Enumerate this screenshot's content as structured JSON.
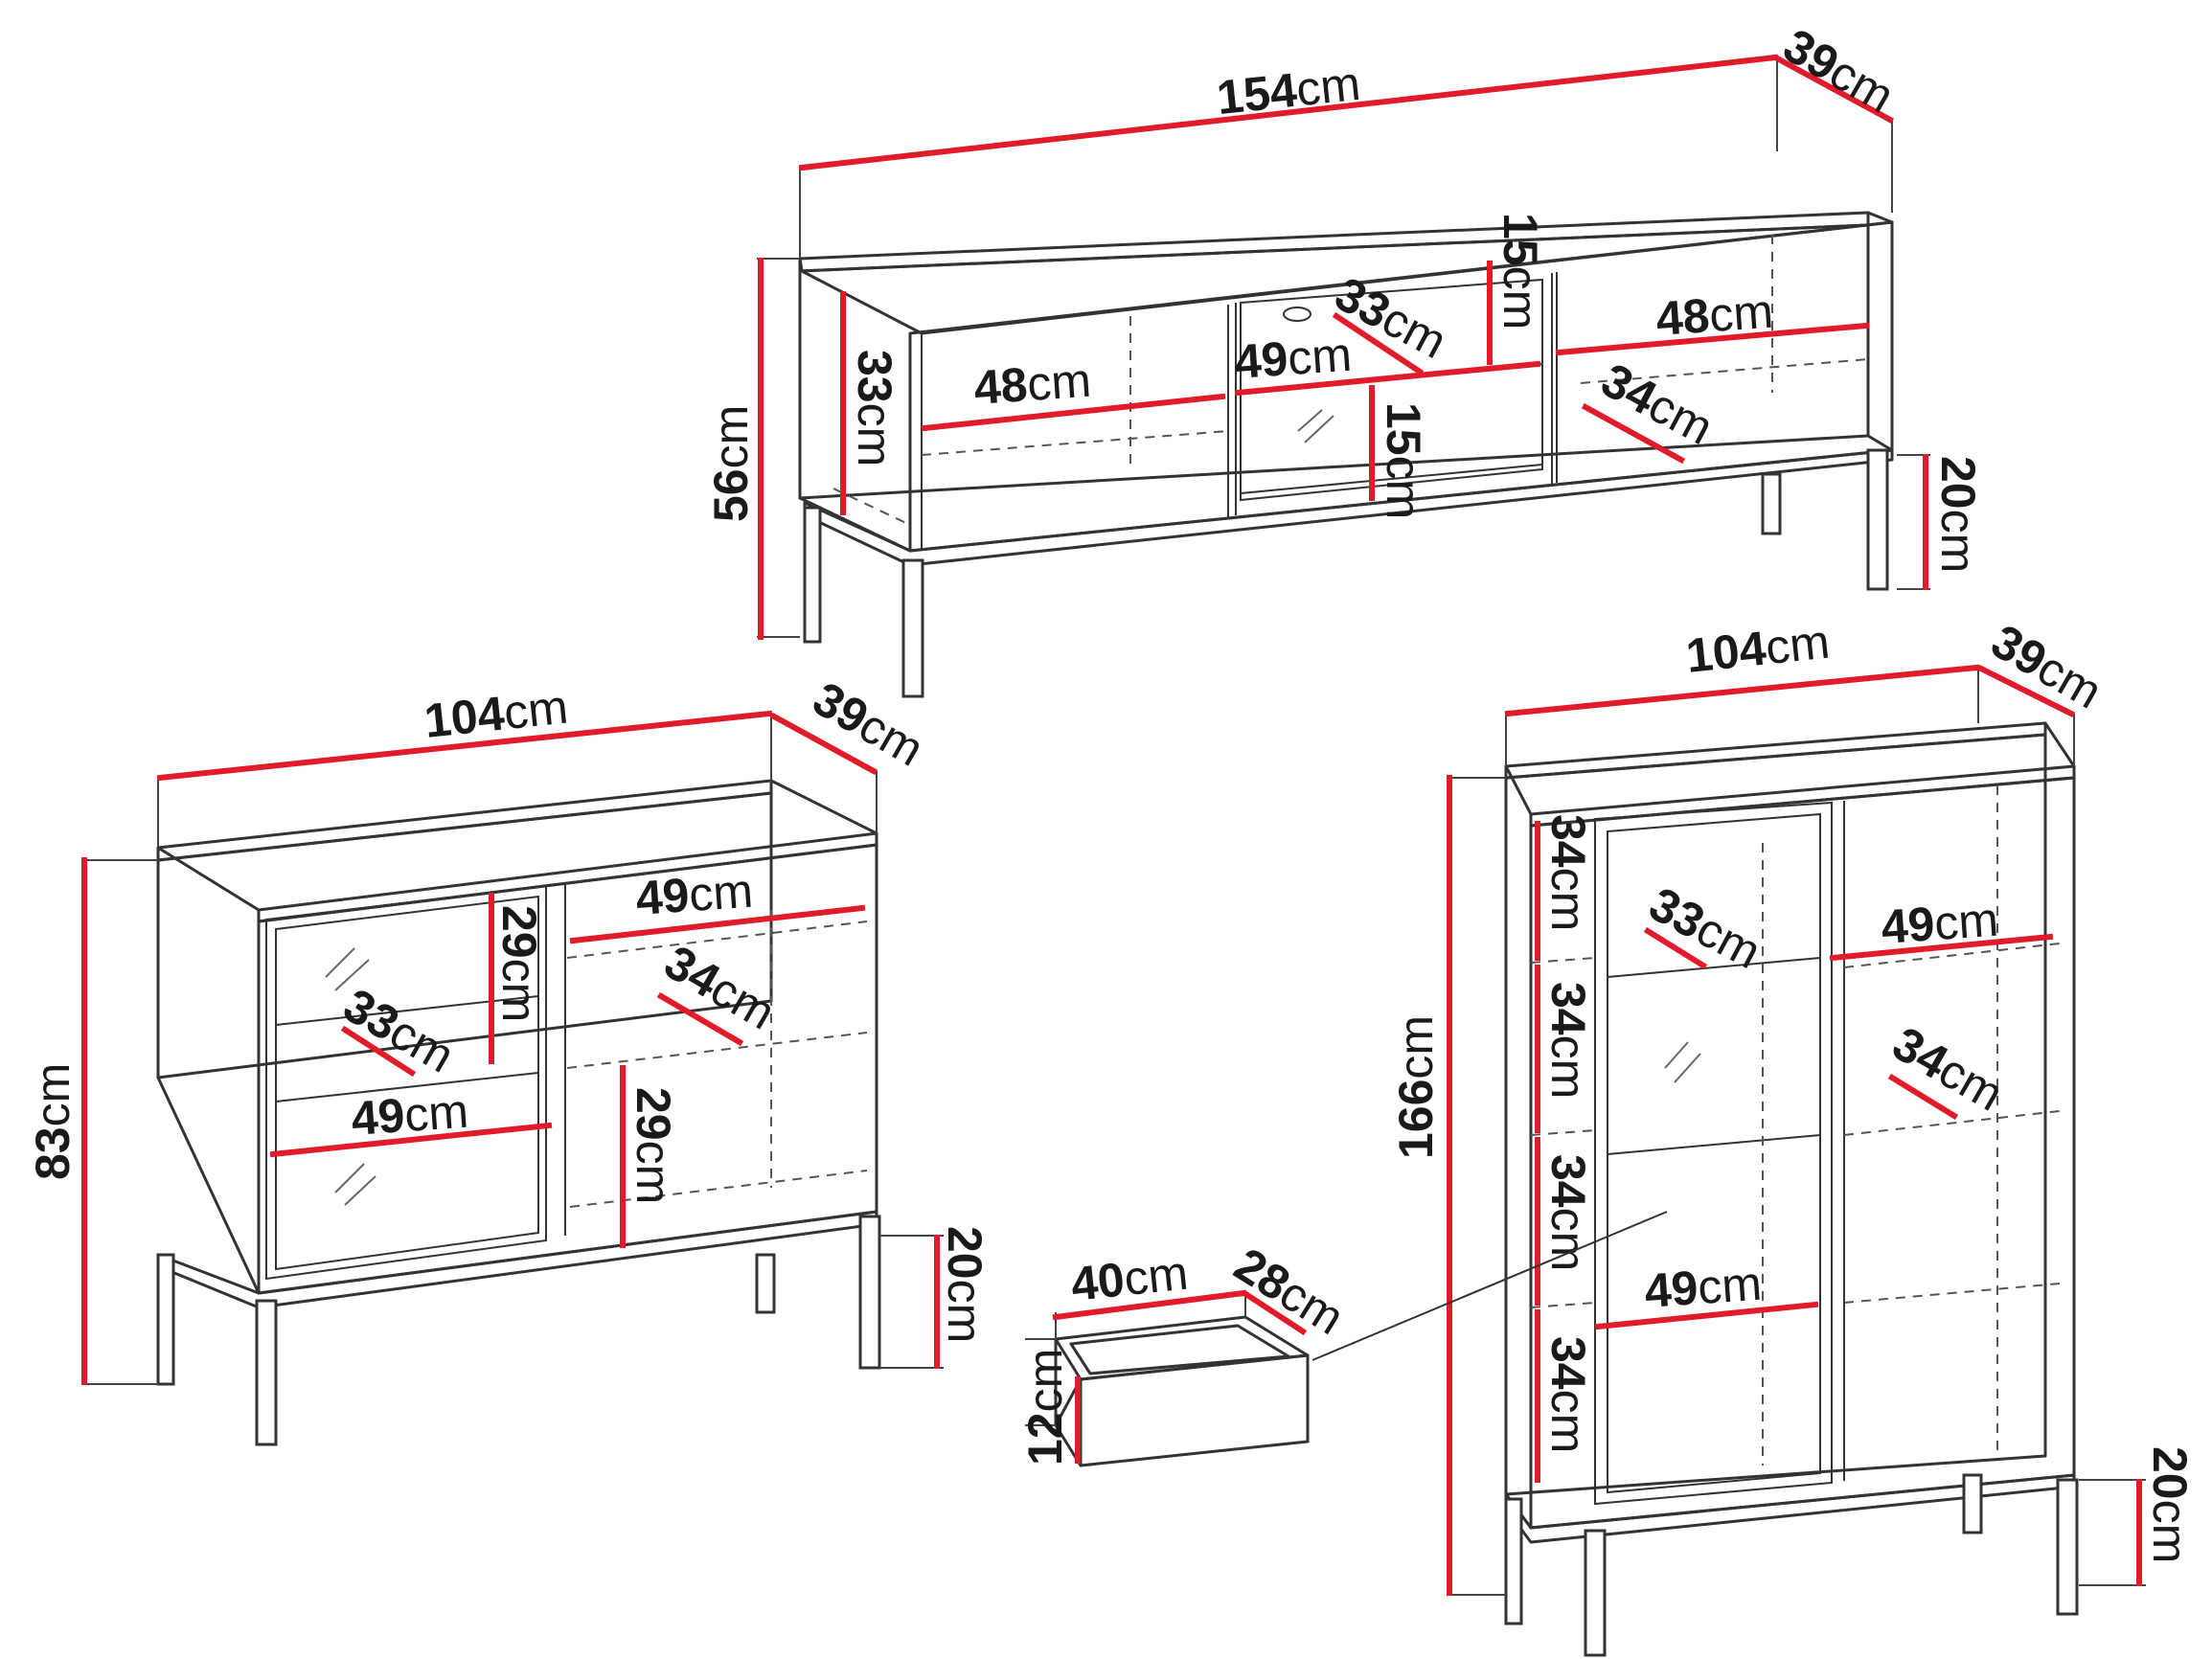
{
  "colors": {
    "dimension_line": "#e21b2a",
    "outline": "#333333",
    "background": "#ffffff"
  },
  "units": "cm",
  "tv_cabinet": {
    "width": "154",
    "depth": "39",
    "height": "56",
    "leg_height": "20",
    "left_shelf_width": "48",
    "left_shelf_height": "33",
    "drawer_width": "49",
    "drawer_depth": "33",
    "drawer_height_top": "15",
    "drawer_height_bottom": "15",
    "right_shelf_width": "48",
    "right_shelf_depth": "34"
  },
  "sideboard": {
    "width": "104",
    "depth": "39",
    "height": "83",
    "leg_height": "20",
    "glass_shelf_height": "29",
    "glass_shelf_depth": "33",
    "glass_shelf_width": "49",
    "right_shelf_width": "49",
    "right_shelf_depth": "34",
    "right_lower_height": "29"
  },
  "display_cabinet": {
    "width": "104",
    "depth": "39",
    "height": "166",
    "leg_height": "20",
    "shelf_height_1": "34",
    "shelf_height_2": "34",
    "shelf_height_3": "34",
    "shelf_height_4": "34",
    "glass_shelf_depth": "33",
    "glass_shelf_width": "49",
    "right_shelf_width": "49",
    "right_shelf_depth": "34"
  },
  "drawer": {
    "width": "40",
    "depth": "28",
    "height": "12"
  }
}
